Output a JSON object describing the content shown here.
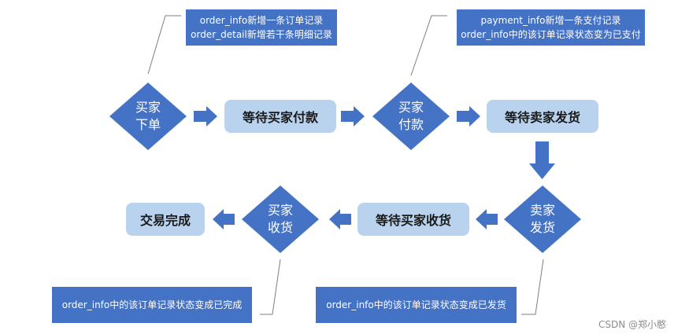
{
  "notes": {
    "order_created": [
      "order_info新增一条订单记录",
      "order_detail新增若干条明细记录"
    ],
    "payment": [
      "payment_info新增一条支付记录",
      "order_info中的该订单记录状态变为已支付"
    ],
    "completed": "order_info中的该订单记录状态变成已完成",
    "shipped": "order_info中的该订单记录状态变成已发货"
  },
  "actions": {
    "buyer_order": [
      "买家",
      "下单"
    ],
    "buyer_pay": [
      "买家",
      "付款"
    ],
    "seller_ship": [
      "卖家",
      "发货"
    ],
    "buyer_receive": [
      "买家",
      "收货"
    ]
  },
  "states": {
    "wait_pay": "等待买家付款",
    "wait_ship": "等待卖家发货",
    "wait_receive": "等待买家收货",
    "done": "交易完成"
  },
  "watermark": "CSDN @郑小憨",
  "colors": {
    "diamond": "#4472c4",
    "state": "#b9d3ee",
    "note": "#4472c4",
    "leader": "#7f7f7f"
  }
}
